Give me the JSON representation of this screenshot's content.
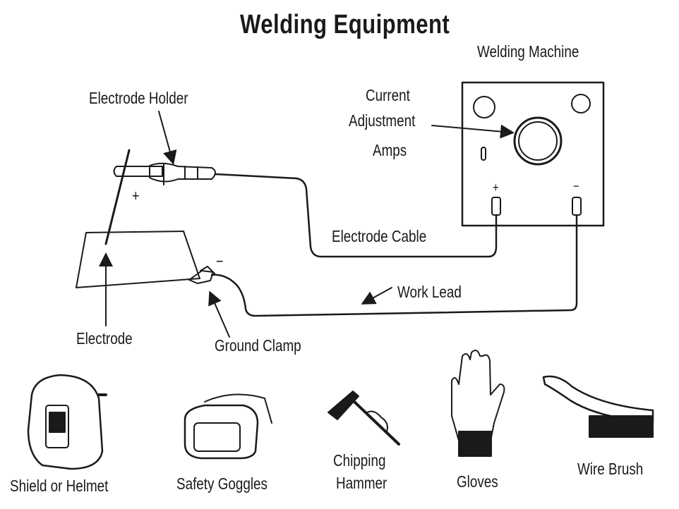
{
  "title": "Welding Equipment",
  "labels": {
    "welding_machine": "Welding Machine",
    "current_adjustment": [
      "Current",
      "Adjustment",
      "Amps"
    ],
    "electrode_holder": "Electrode Holder",
    "electrode_cable": "Electrode Cable",
    "work_lead": "Work Lead",
    "electrode": "Electrode",
    "ground_clamp": "Ground Clamp",
    "plus": "+",
    "minus": "−",
    "terminal_plus": "+",
    "terminal_minus": "−"
  },
  "tools": {
    "shield": "Shield or Helmet",
    "goggles": "Safety Goggles",
    "hammer": [
      "Chipping",
      "Hammer"
    ],
    "gloves": "Gloves",
    "brush": "Wire Brush"
  },
  "colors": {
    "ink": "#1a1a1a",
    "paper": "#ffffff"
  }
}
